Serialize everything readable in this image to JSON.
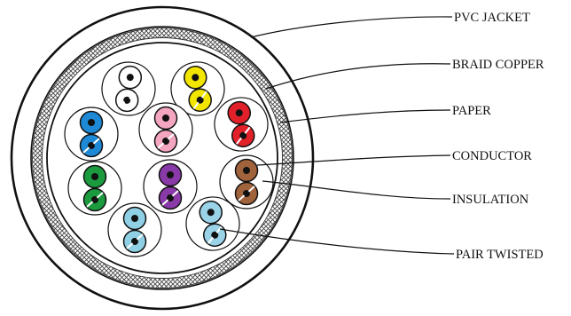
{
  "diagram": {
    "labels": [
      {
        "id": "pvc-jacket",
        "text": "PVC JACKET"
      },
      {
        "id": "braid-copper",
        "text": "BRAID COPPER"
      },
      {
        "id": "paper",
        "text": "PAPER"
      },
      {
        "id": "conductor",
        "text": "CONDUCTOR"
      },
      {
        "id": "insulation",
        "text": "INSULATION"
      },
      {
        "id": "pair-twisted",
        "text": "PAIR TWISTED"
      }
    ],
    "pairs": [
      {
        "name": "white",
        "color": "#ffffff"
      },
      {
        "name": "yellow",
        "color": "#f2e600"
      },
      {
        "name": "blue",
        "color": "#1e8ad6"
      },
      {
        "name": "pink",
        "color": "#f4a6c0"
      },
      {
        "name": "red",
        "color": "#e2202a"
      },
      {
        "name": "green",
        "color": "#1c9a3e"
      },
      {
        "name": "purple",
        "color": "#8a3aa8"
      },
      {
        "name": "brown",
        "color": "#a0633c"
      },
      {
        "name": "light-blue-1",
        "color": "#8fd0e4"
      },
      {
        "name": "light-blue-2",
        "color": "#9ad2e8"
      }
    ],
    "colors": {
      "line": "#111111",
      "braid": "#555555",
      "background": "#ffffff"
    }
  }
}
